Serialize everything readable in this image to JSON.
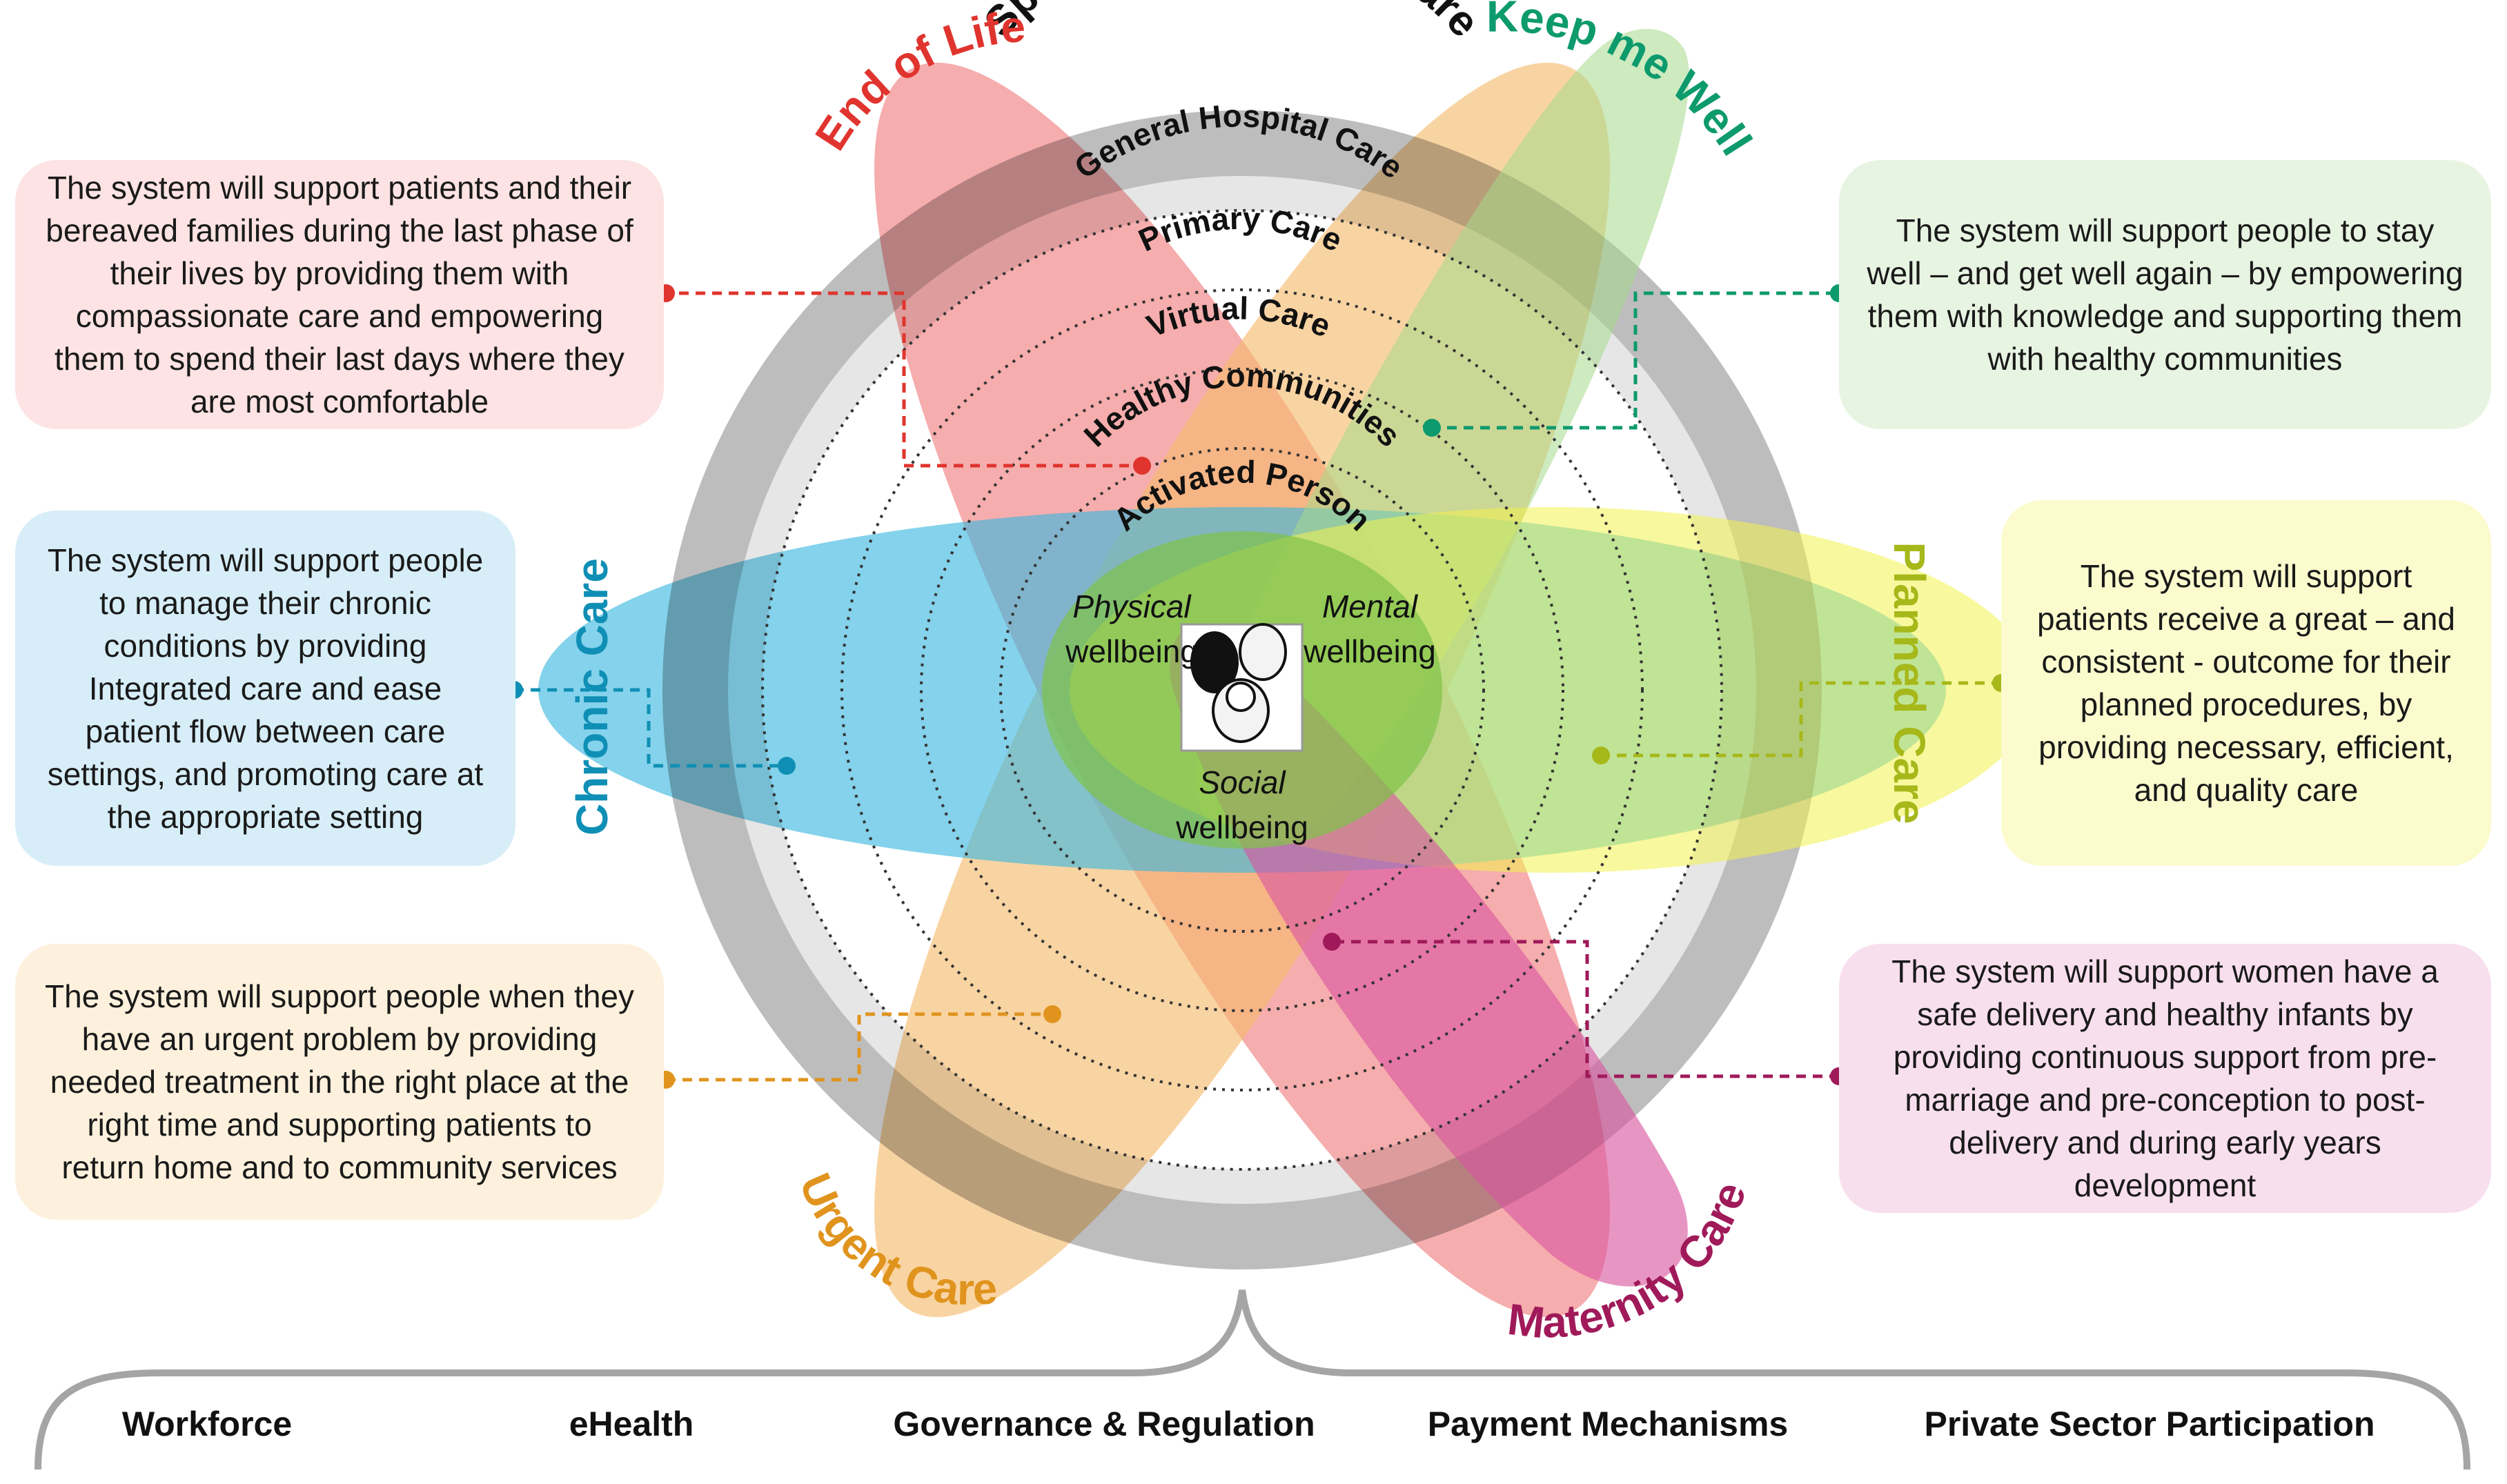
{
  "rings": {
    "specialized": "Specialized Hospital Care",
    "general": "General Hospital Care",
    "primary": "Primary  Care",
    "virtual": "Virtual Care",
    "healthy": "Healthy Communities",
    "activated": "Activated Person"
  },
  "center": {
    "physical": "Physical",
    "mental": "Mental",
    "social": "Social",
    "wellbeing": "wellbeing"
  },
  "pathways": {
    "end_of_life": "End of Life",
    "keep_me_well": "Keep me Well",
    "chronic_care": "Chronic Care",
    "planned_care": "Planned Care",
    "urgent_care": "Urgent Care",
    "maternity_care": "Maternity Care"
  },
  "boxes": {
    "end_of_life": "The system will support patients and their bereaved families during the last phase of their lives by providing them with compassionate care and empowering them to spend their last days where they are most comfortable",
    "keep_me_well": "The system will support people to stay well – and get well again – by empowering them with knowledge and supporting them with healthy communities",
    "chronic_care": "The system will support people to manage their chronic conditions by providing Integrated care and ease patient flow between care settings, and promoting care at the appropriate setting",
    "planned_care": "The system will support patients receive a great – and consistent - outcome for their planned procedures, by providing necessary, efficient, and quality care",
    "urgent_care": "The system will support people when they have an urgent problem by providing needed  treatment  in the right place at the right time and supporting patients to return home and to community services",
    "maternity_care": "The system will support women have a safe delivery and healthy infants by providing continuous support from pre-marriage and pre-conception to post-delivery and during early years development"
  },
  "pillars": {
    "workforce": "Workforce",
    "ehealth": "eHealth",
    "governance": "Governance & Regulation",
    "payment": "Payment  Mechanisms",
    "private": "Private Sector Participation"
  },
  "colors": {
    "end_of_life": "#f07a7a",
    "keep_me_well": "#b7e2a8",
    "chronic_care": "#38b6df",
    "planned_care": "#f2f24e",
    "urgent_care": "#f5b96a",
    "maternity_care": "#d9559f",
    "end_of_life_text": "#e0342e",
    "keep_me_well_text": "#0d9a6d",
    "chronic_care_text": "#0f8fb5",
    "planned_care_text": "#a6b81a",
    "urgent_care_text": "#e0941e",
    "maternity_care_text": "#a01a5a"
  }
}
